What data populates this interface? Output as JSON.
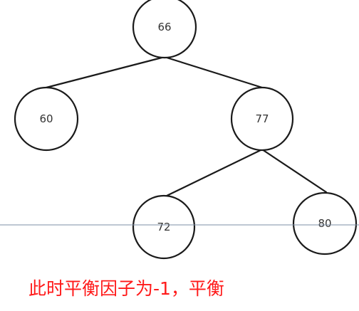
{
  "nodes": {
    "n66": {
      "label": "66"
    },
    "n60": {
      "label": "60"
    },
    "n77": {
      "label": "77"
    },
    "n72": {
      "label": "72"
    },
    "n80": {
      "label": "80"
    }
  },
  "caption": {
    "text": "此时平衡因子为-1，平衡",
    "color": "#ff1a1a"
  },
  "colors": {
    "stroke": "#1a1a1a",
    "guide_line": "#7e8fa6",
    "label": "#333333"
  }
}
